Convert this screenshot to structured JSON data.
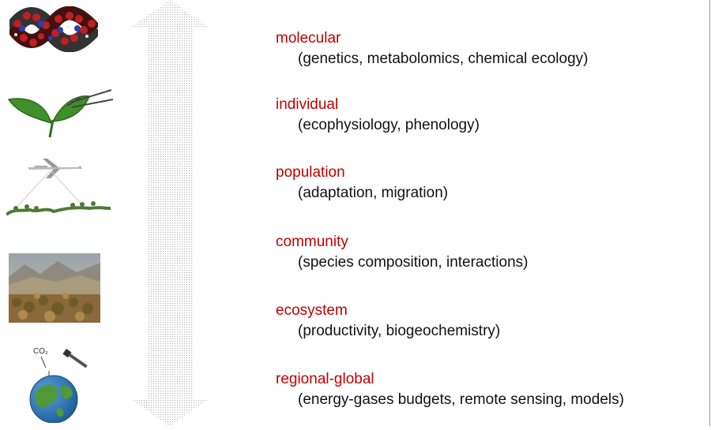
{
  "levels": [
    {
      "name": "molecular",
      "fields": "(genetics, metabolomics, chemical ecology)",
      "icon": "dna-molecule-icon"
    },
    {
      "name": "individual",
      "fields": "(ecophysiology, phenology)",
      "icon": "plant-leaf-icon"
    },
    {
      "name": "population",
      "fields": "(adaptation, migration)",
      "icon": "airplane-survey-icon"
    },
    {
      "name": "community",
      "fields": "(species composition, interactions)",
      "icon": "landscape-photo-icon"
    },
    {
      "name": "ecosystem",
      "fields": "(productivity, biogeochemistry)",
      "icon": "landscape-photo-icon"
    },
    {
      "name": "regional-global",
      "fields": "(energy-gases budgets, remote sensing, models)",
      "icon": "globe-satellite-icon"
    }
  ],
  "globe_label": "CO₂",
  "colors": {
    "level_title": "#c00000",
    "description": "#111111",
    "arrow_dots": "#b5b5b5"
  }
}
